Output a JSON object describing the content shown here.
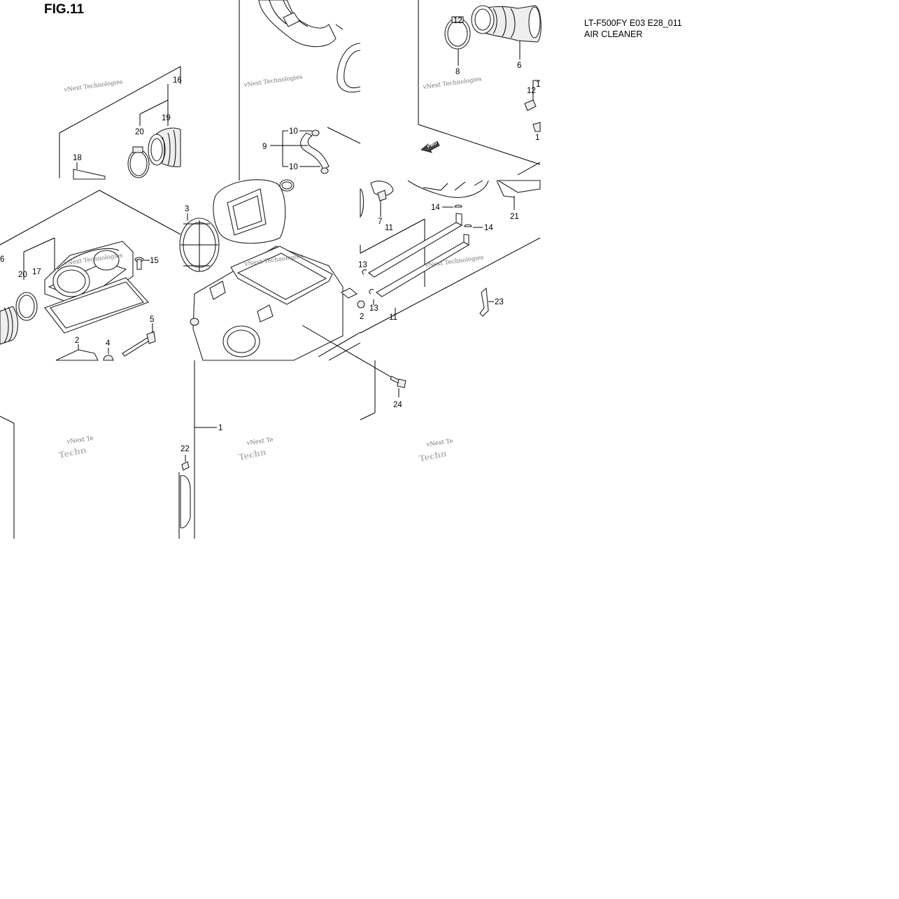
{
  "figure": {
    "title": "FIG.11",
    "model_code": "LT-F500FY E03 E28_011",
    "section_name": "AIR CLEANER"
  },
  "watermark": {
    "text": "vNext Technologies",
    "short": "vNext Te",
    "partial": "Techn"
  },
  "direction_badge": "FWD",
  "callouts": [
    {
      "id": "c1",
      "label": "1"
    },
    {
      "id": "c2a",
      "label": "2"
    },
    {
      "id": "c2b",
      "label": "2"
    },
    {
      "id": "c3",
      "label": "3"
    },
    {
      "id": "c4",
      "label": "4"
    },
    {
      "id": "c5",
      "label": "5"
    },
    {
      "id": "c6",
      "label": "6"
    },
    {
      "id": "c7",
      "label": "7"
    },
    {
      "id": "c8",
      "label": "8"
    },
    {
      "id": "c9",
      "label": "9"
    },
    {
      "id": "c10a",
      "label": "10"
    },
    {
      "id": "c10b",
      "label": "10"
    },
    {
      "id": "c11a",
      "label": "11"
    },
    {
      "id": "c11b",
      "label": "11"
    },
    {
      "id": "c12a",
      "label": "12"
    },
    {
      "id": "c12b",
      "label": "12"
    },
    {
      "id": "c13a",
      "label": "13"
    },
    {
      "id": "c13b",
      "label": "13"
    },
    {
      "id": "c14a",
      "label": "14"
    },
    {
      "id": "c14b",
      "label": "14"
    },
    {
      "id": "c15",
      "label": "15"
    },
    {
      "id": "c16a",
      "label": "16"
    },
    {
      "id": "c16b",
      "label": "6"
    },
    {
      "id": "c17",
      "label": "17"
    },
    {
      "id": "c18",
      "label": "18"
    },
    {
      "id": "c19",
      "label": "19"
    },
    {
      "id": "c20a",
      "label": "20"
    },
    {
      "id": "c20b",
      "label": "20"
    },
    {
      "id": "c21",
      "label": "21"
    },
    {
      "id": "c22",
      "label": "22"
    },
    {
      "id": "c23",
      "label": "23"
    },
    {
      "id": "c24",
      "label": "24"
    },
    {
      "id": "c1r",
      "label": "1"
    },
    {
      "id": "c1s",
      "label": "1"
    }
  ]
}
